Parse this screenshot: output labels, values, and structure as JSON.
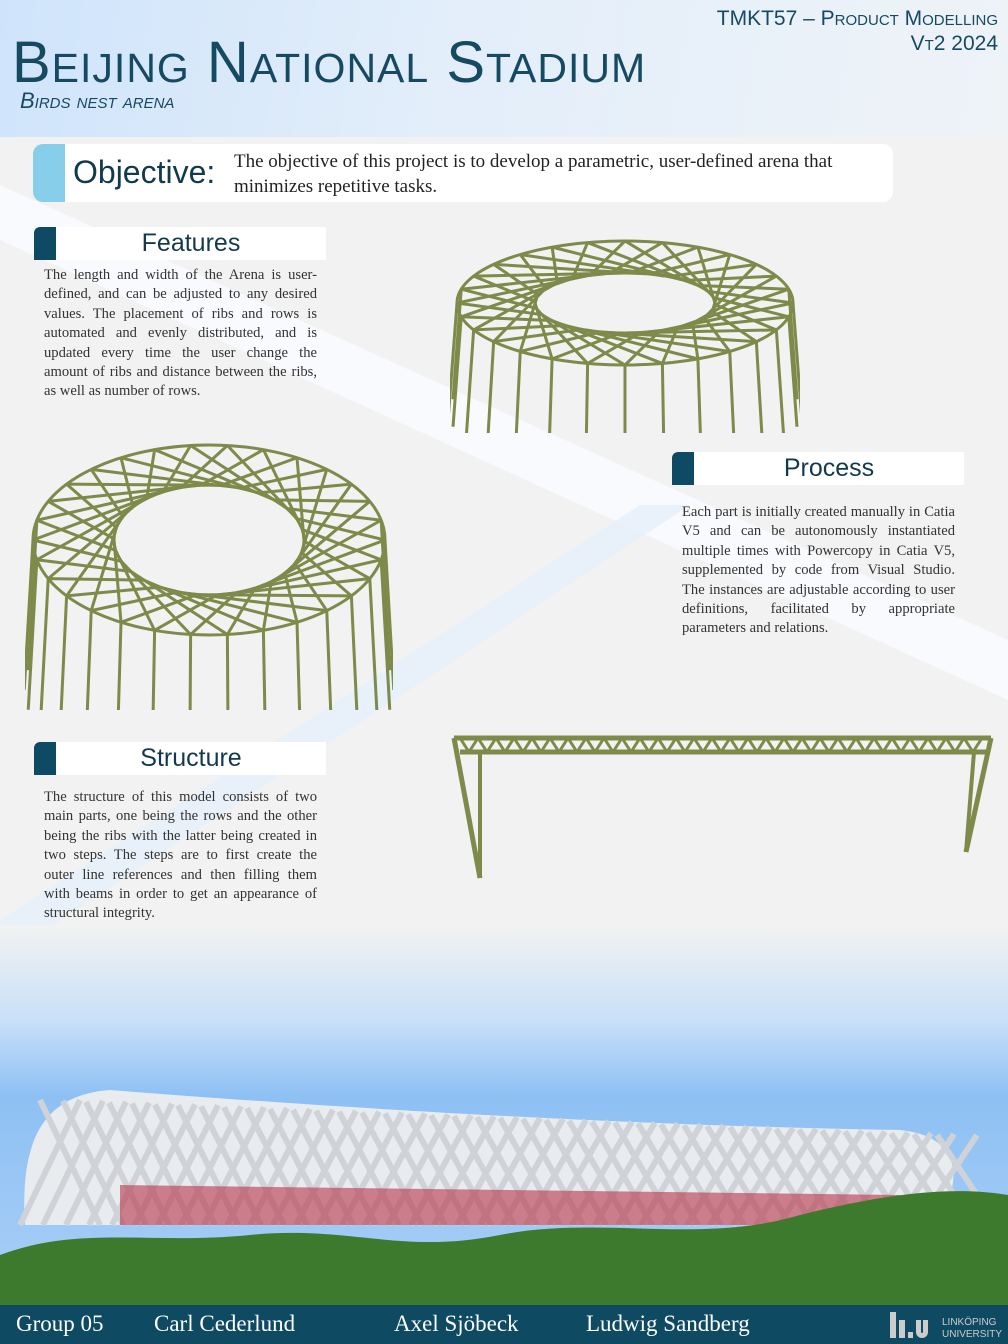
{
  "header": {
    "title": "Beijing National Stadium",
    "subtitle": "Birds nest arena",
    "course": "TMKT57 – Product Modelling",
    "term": "Vt2 2024"
  },
  "objective": {
    "label": "Objective:",
    "text": "The objective of this project is to develop a parametric, user-defined arena that minimizes repetitive tasks."
  },
  "features": {
    "title": "Features",
    "text": "The length and width of the Arena is user-defined, and can be adjusted to any desired values. The placement of ribs and rows is automated and evenly distributed, and is updated every time the user change the amount of ribs and distance between the ribs, as well as number of rows."
  },
  "process": {
    "title": "Process",
    "text": "Each part is initially created manually in Catia V5 and can be autonomously instantiated multiple times with Powercopy in Catia V5, supplemented by code from Visual Studio. The instances are adjustable according to user definitions, facilitated by appropriate parameters and relations."
  },
  "structure": {
    "title": "Structure",
    "text": "The structure of this model consists of two main parts, one being the rows and the other being the ribs with the latter being created in two steps. The steps are to first create the outer line references and then filling them with beams in order to get an appearance of structural integrity."
  },
  "footer": {
    "group": "Group 05",
    "members": [
      "Carl Cederlund",
      "Axel Sjöbeck",
      "Ludwig Sandberg"
    ]
  },
  "logo": {
    "text": "LINKÖPING UNIVERSITY"
  },
  "colors": {
    "primary": "#0f4a63",
    "accent": "#87ceeb",
    "model": "#7d8a4a"
  }
}
